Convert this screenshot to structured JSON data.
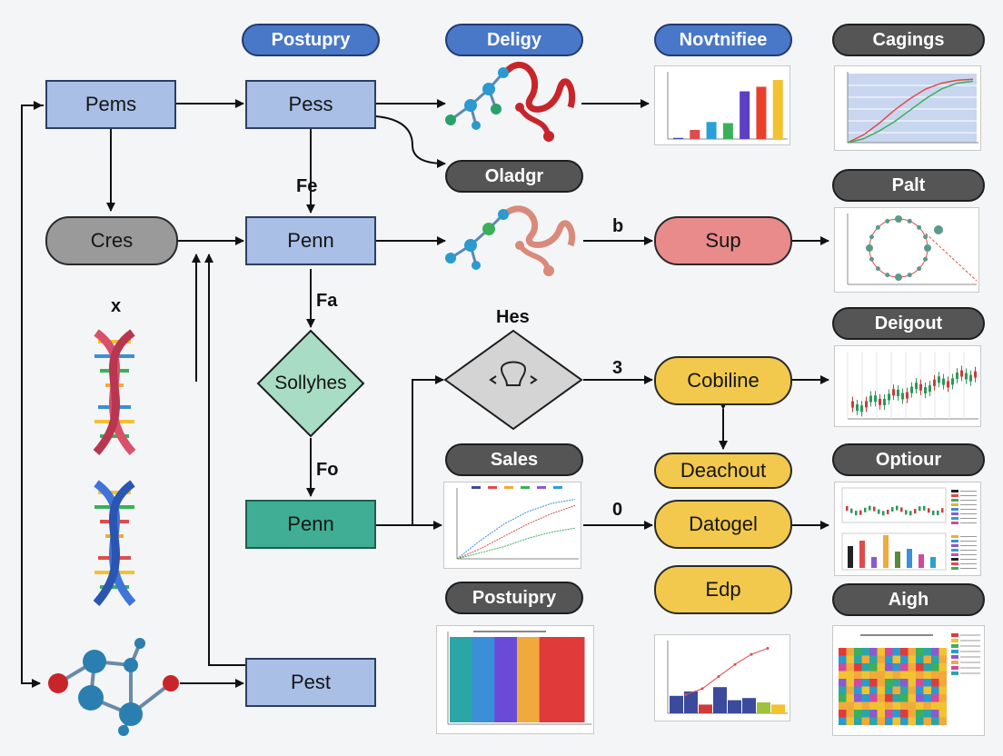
{
  "tags": {
    "postupry": "Postupry",
    "deligy": "Deligy",
    "novtnifiee": "Novtnifiee",
    "cagings": "Cagings",
    "palt": "Palt",
    "deigout": "Deigout",
    "optiour": "Optiour",
    "aigh": "Aigh",
    "sales": "Sales",
    "postuipry": "Postuipry",
    "oladgr": "Oladgr"
  },
  "nodes": {
    "pems": "Pems",
    "pess": "Pess",
    "cres": "Cres",
    "penn_top": "Penn",
    "sollyhes": "Sollyhes",
    "penn_bottom": "Penn",
    "pest": "Pest",
    "sup": "Sup",
    "cobiline": "Cobiline",
    "deachout": "Deachout",
    "datogel": "Datogel",
    "edp": "Edp",
    "hes": "Hes"
  },
  "edge_labels": {
    "fe": "Fe",
    "fa": "Fa",
    "fo": "Fo",
    "b": "b",
    "three": "3",
    "zero": "0",
    "x": "x"
  },
  "colors": {
    "blue_box": "#a9bfe6",
    "teal_box": "#3fae94",
    "diamond": "#a8dcc4",
    "grey_pill": "#9a9a9a",
    "red_pill": "#e98b8b",
    "yellow_pill": "#f2c94c",
    "tag_blue": "#4a78c8",
    "tag_dark": "#555555"
  },
  "chart_data": [
    {
      "type": "bar",
      "values": [
        1,
        8,
        15,
        14,
        42,
        46,
        52
      ],
      "colors": [
        "#3b4a9c",
        "#e04b4b",
        "#2aa0d8",
        "#3bb05a",
        "#5b3fc4",
        "#e8402a",
        "#f2c230"
      ]
    },
    {
      "type": "line",
      "series": [
        {
          "values": [
            0,
            8,
            20,
            34,
            46,
            56,
            62,
            65,
            66
          ]
        },
        {
          "values": [
            0,
            4,
            12,
            22,
            34,
            46,
            56,
            62,
            64
          ]
        }
      ]
    },
    {
      "type": "scatter"
    },
    {
      "type": "candlestick"
    },
    {
      "type": "line",
      "series": [
        {
          "values": [
            0,
            18,
            34,
            46,
            54,
            58
          ]
        },
        {
          "values": [
            0,
            10,
            22,
            34,
            44,
            52
          ]
        },
        {
          "values": [
            0,
            6,
            12,
            20,
            26,
            30
          ]
        }
      ]
    },
    {
      "type": "heatmap",
      "columns": [
        "#2aa6a6",
        "#3b8ed8",
        "#6a4bd8",
        "#f2a93b",
        "#e03a3a",
        "#e03a3a"
      ]
    },
    {
      "type": "bar",
      "values": [
        8,
        10,
        4,
        12,
        6,
        7,
        5,
        4
      ],
      "line": [
        4,
        10,
        22,
        34,
        44,
        50
      ]
    },
    {
      "type": "heatmap"
    }
  ]
}
